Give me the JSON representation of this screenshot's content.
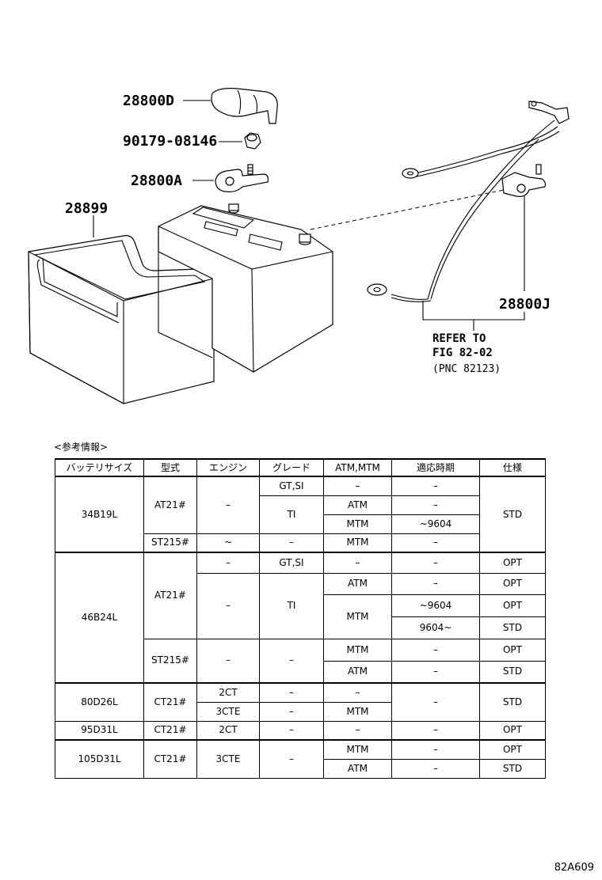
{
  "callouts": {
    "terminal_cover": "28800D",
    "nut": "90179-08146",
    "terminal_a": "28800A",
    "battery_tray": "28899",
    "terminal_j": "28800J"
  },
  "refer": {
    "line1": "REFER TO",
    "line2": "FIG 82-02",
    "line3": "(PNC 82123)"
  },
  "table_caption": "<参考情報>",
  "table": {
    "headers": [
      "バッテリサイズ",
      "型式",
      "エンジン",
      "グレード",
      "ATM,MTM",
      "適応時期",
      "仕様"
    ],
    "cells": {
      "r1_size": "34B19L",
      "r1_model": "AT21#",
      "r1_engine": "–",
      "r1_grade": "GT,SI",
      "r1_trans": "–",
      "r1_period": "–",
      "r1_spec": "STD",
      "r2_grade": "TI",
      "r2_trans": "ATM",
      "r2_period": "–",
      "r3_trans": "MTM",
      "r3_period": "~9604",
      "r4_model": "ST215#",
      "r4_engine": "~",
      "r4_grade": "–",
      "r4_trans": "MTM",
      "r4_period": "–",
      "r5_size": "46B24L",
      "r5_model": "AT21#",
      "r5_engine": "–",
      "r5_grade": "GT,SI",
      "r5_trans": "–",
      "r5_period": "–",
      "r5_spec": "OPT",
      "r6_engine": "–",
      "r6_grade": "TI",
      "r6_trans": "ATM",
      "r6_period": "–",
      "r6_spec": "OPT",
      "r7_trans": "MTM",
      "r7_period": "~9604",
      "r7_spec": "OPT",
      "r8_period": "9604~",
      "r8_spec": "STD",
      "r9_model": "ST215#",
      "r9_engine": "–",
      "r9_grade": "–",
      "r9_trans": "MTM",
      "r9_period": "–",
      "r9_spec": "OPT",
      "r10_trans": "ATM",
      "r10_period": "–",
      "r10_spec": "STD",
      "r11_size": "80D26L",
      "r11_model": "CT21#",
      "r11_engine": "2CT",
      "r11_grade": "–",
      "r11_trans": "–",
      "r11_period": "–",
      "r11_spec": "STD",
      "r12_engine": "3CTE",
      "r12_grade": "–",
      "r12_trans": "MTM",
      "r13_size": "95D31L",
      "r13_model": "CT21#",
      "r13_engine": "2CT",
      "r13_grade": "–",
      "r13_trans": "–",
      "r13_period": "–",
      "r13_spec": "OPT",
      "r14_size": "105D31L",
      "r14_model": "CT21#",
      "r14_engine": "3CTE",
      "r14_grade": "–",
      "r14_trans": "MTM",
      "r14_period": "–",
      "r14_spec": "OPT",
      "r15_trans": "ATM",
      "r15_period": "–",
      "r15_spec": "STD"
    }
  },
  "diagram_id": "82A609"
}
